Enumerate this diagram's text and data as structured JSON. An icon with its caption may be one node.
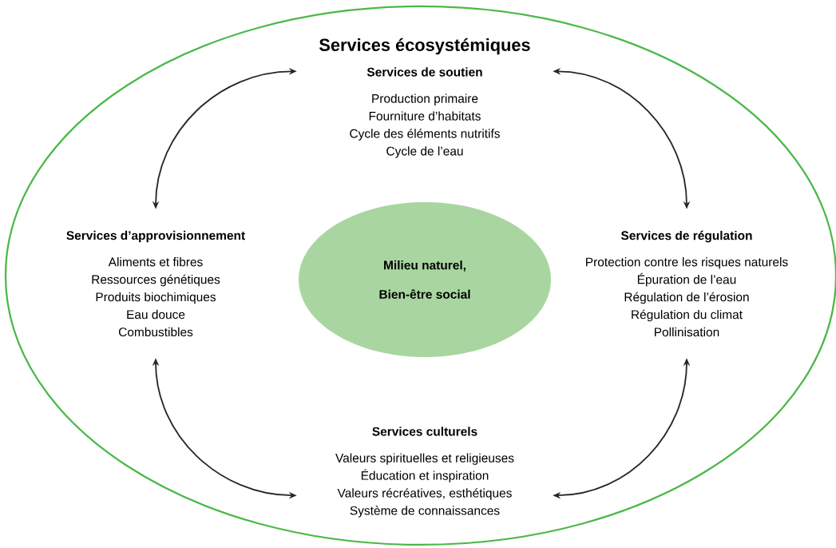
{
  "diagram": {
    "nodes": [
      {
        "text": [
          "Services écosystémiques"
        ]
      },
      {
        "text": [
          "Services de soutien",
          "Production primaire",
          "Fourniture d’habitats",
          "Cycle des éléments nutritifs",
          "Cycle de l’eau"
        ],
        "in": 0
      },
      {
        "text": [
          "Services d’approvisionnement",
          "Aliments et fibres",
          "Ressources génétiques",
          "Produits biochimiques",
          "Eau douce",
          "Combustibles"
        ],
        "in": 0
      },
      {
        "text": [
          "Services de régulation",
          "Protection contre les risques naturels",
          "Épuration de l’eau",
          "Régulation de l’érosion",
          "Régulation du climat",
          "Pollinisation"
        ],
        "in": 0
      },
      {
        "text": [
          "Services culturels",
          "Valeurs spirituelles et religieuses",
          "Éducation et inspiration",
          "Valeurs récréatives, esthétiques",
          "Système de connaissances"
        ],
        "in": 0
      },
      {
        "text": [
          "Milieu naturel,",
          "Bien-être social"
        ],
        "in": 0
      }
    ],
    "edges": [
      {
        "from": 1,
        "to": 2,
        "arrow": "both"
      },
      {
        "from": 1,
        "to": 3,
        "arrow": "both"
      },
      {
        "from": 2,
        "to": 4,
        "arrow": "both"
      },
      {
        "from": 3,
        "to": 4,
        "arrow": "both"
      }
    ]
  }
}
